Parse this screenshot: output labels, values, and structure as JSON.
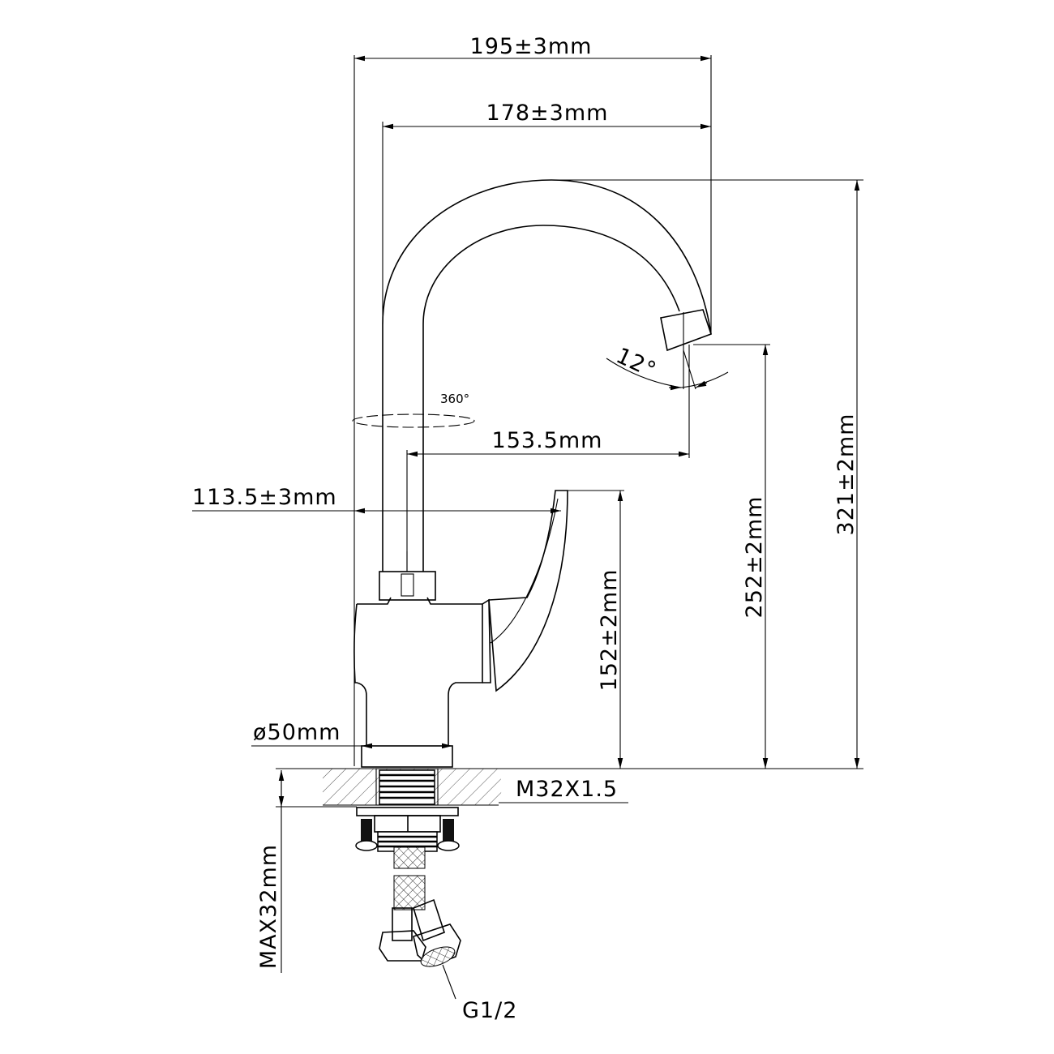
{
  "drawing": {
    "dimensions": {
      "overall_reach": "195±3mm",
      "spout_reach": "178±3mm",
      "total_height": "321±2mm",
      "spout_outlet_height": "252±2mm",
      "handle_height": "152±2mm",
      "spout_axis_reach": "153.5mm",
      "handle_reach": "113.5±3mm",
      "base_diameter": "ø50mm",
      "thread": "M32X1.5",
      "max_counter_thickness": "MAX32mm",
      "hose_connection": "G1/2",
      "swivel_angle": "360°",
      "outlet_angle": "12°"
    }
  }
}
